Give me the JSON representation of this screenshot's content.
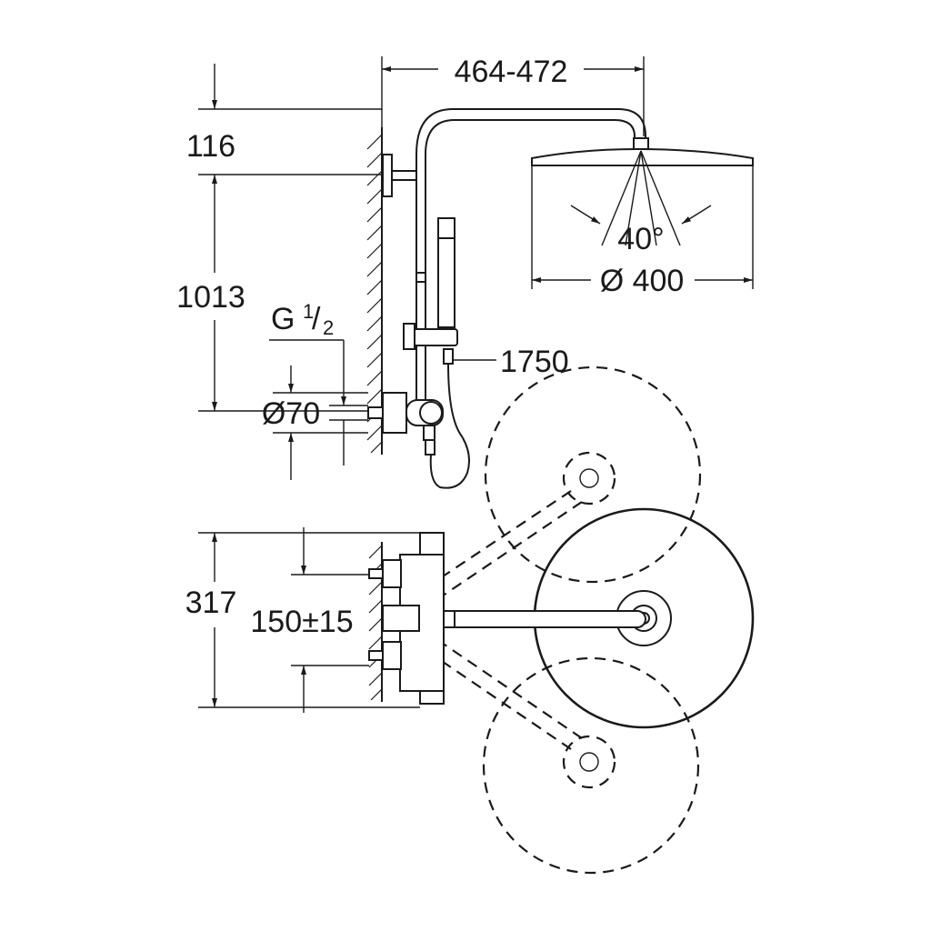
{
  "dimensions": {
    "top_width": "464-472",
    "head_offset": "116",
    "bar_height": "1013",
    "thread": "G",
    "thread_num": "1",
    "thread_den": "2",
    "connector_diameter": "Ø70",
    "spray_angle": "40°",
    "head_diameter": "Ø 400",
    "hose_length": "1750",
    "centers_height": "317",
    "projection": "150±15"
  }
}
